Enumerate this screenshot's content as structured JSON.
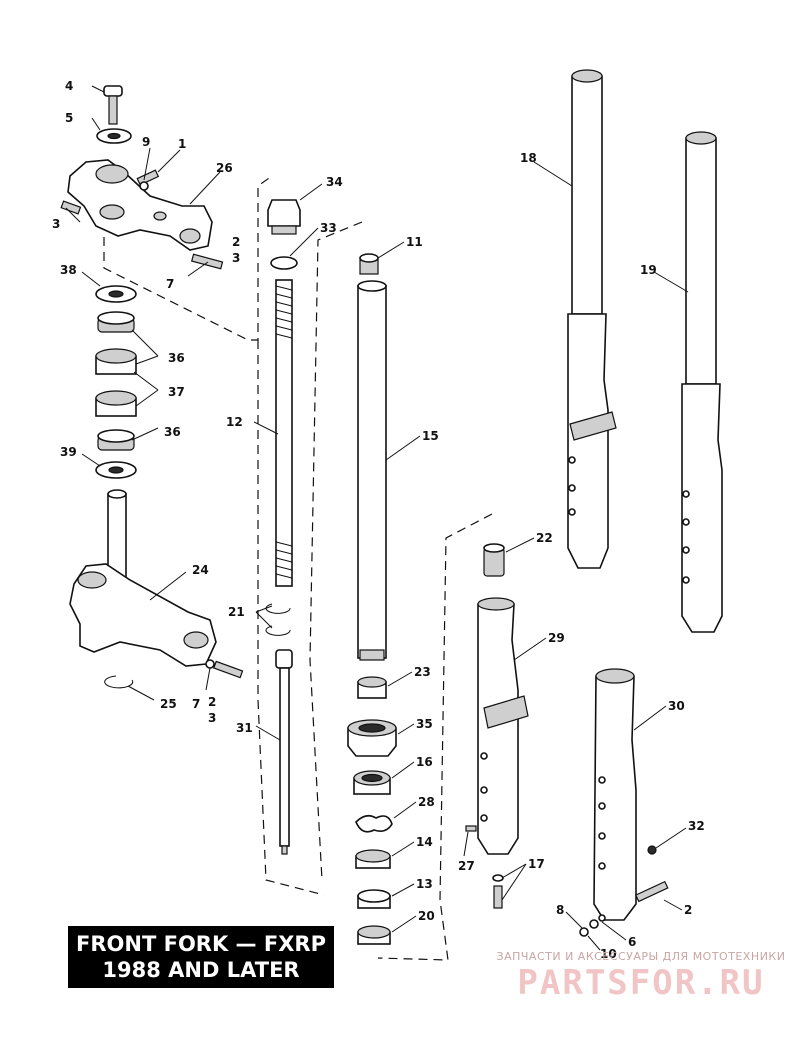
{
  "title": {
    "line1": "FRONT FORK — FXRP",
    "line2": "1988 AND LATER"
  },
  "watermark": {
    "tagline": "ЗАПЧАСТИ И АКСЕССУАРЫ ДЛЯ МОТОТЕХНИКИ",
    "logo": "PARTSFOR.RU"
  },
  "callouts": {
    "c1": "1",
    "c2a": "2",
    "c3a": "3",
    "c2b": "2",
    "c3b": "3",
    "c2c": "2",
    "c3c": "3",
    "c4": "4",
    "c5": "5",
    "c6": "6",
    "c7a": "7",
    "c7b": "7",
    "c8": "8",
    "c9": "9",
    "c10": "10",
    "c11": "11",
    "c12": "12",
    "c13": "13",
    "c14": "14",
    "c15": "15",
    "c16": "16",
    "c17": "17",
    "c18": "18",
    "c19": "19",
    "c20": "20",
    "c21": "21",
    "c22": "22",
    "c23": "23",
    "c24": "24",
    "c25": "25",
    "c26": "26",
    "c27": "27",
    "c28": "28",
    "c29": "29",
    "c30": "30",
    "c31": "31",
    "c32": "32",
    "c33": "33",
    "c34": "34",
    "c35": "35",
    "c36a": "36",
    "c36b": "36",
    "c37": "37",
    "c38": "38",
    "c39": "39"
  }
}
